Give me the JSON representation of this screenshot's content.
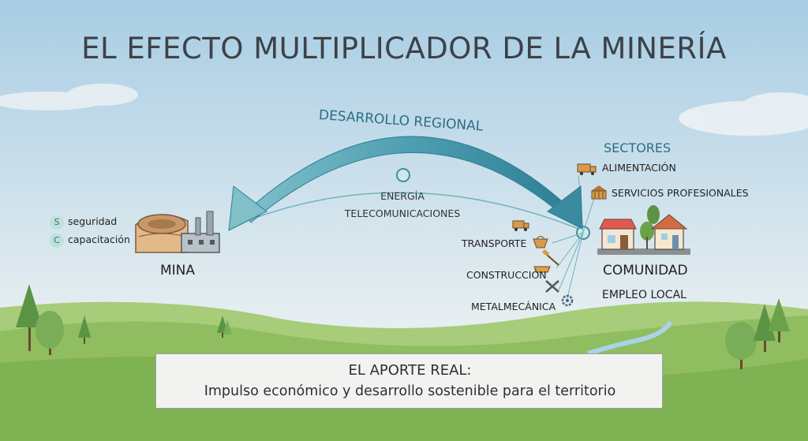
{
  "title": "EL EFECTO MULTIPLICADOR DE LA MINERÍA",
  "arc_label": "DESARROLLO REGIONAL",
  "center_flows": [
    "ENERGÍA",
    "TELECOMUNICACIONES"
  ],
  "mine": {
    "label": "MINA",
    "attributes": [
      {
        "badge": "S",
        "text": "seguridad"
      },
      {
        "badge": "C",
        "text": "capacitación"
      }
    ]
  },
  "community": {
    "label": "COMUNIDAD",
    "sublabel": "EMPLEO LOCAL"
  },
  "sectors": {
    "title": "SECTORES",
    "items": [
      {
        "label": "ALIMENTACIÓN",
        "icon": "truck-icon"
      },
      {
        "label": "SERVICIOS PROFESIONALES",
        "icon": "building-icon"
      }
    ]
  },
  "supply": [
    {
      "label": "TRANSPORTE",
      "icon": "truck-basket-icon"
    },
    {
      "label": "CONSTRUCCIÓN",
      "icon": "tools-icon"
    },
    {
      "label": "METALMECÁNICA",
      "icon": "wrench-gear-icon"
    }
  ],
  "footer": {
    "heading": "EL APORTE REAL:",
    "text": "Impulso económico y desarrollo sostenible para el territorio"
  },
  "colors": {
    "sky_top": "#a9cde3",
    "sky_bottom": "#e6eef0",
    "grass": "#8dbb5d",
    "arrow": "#5aa8b8",
    "accent": "#2b6f80"
  }
}
